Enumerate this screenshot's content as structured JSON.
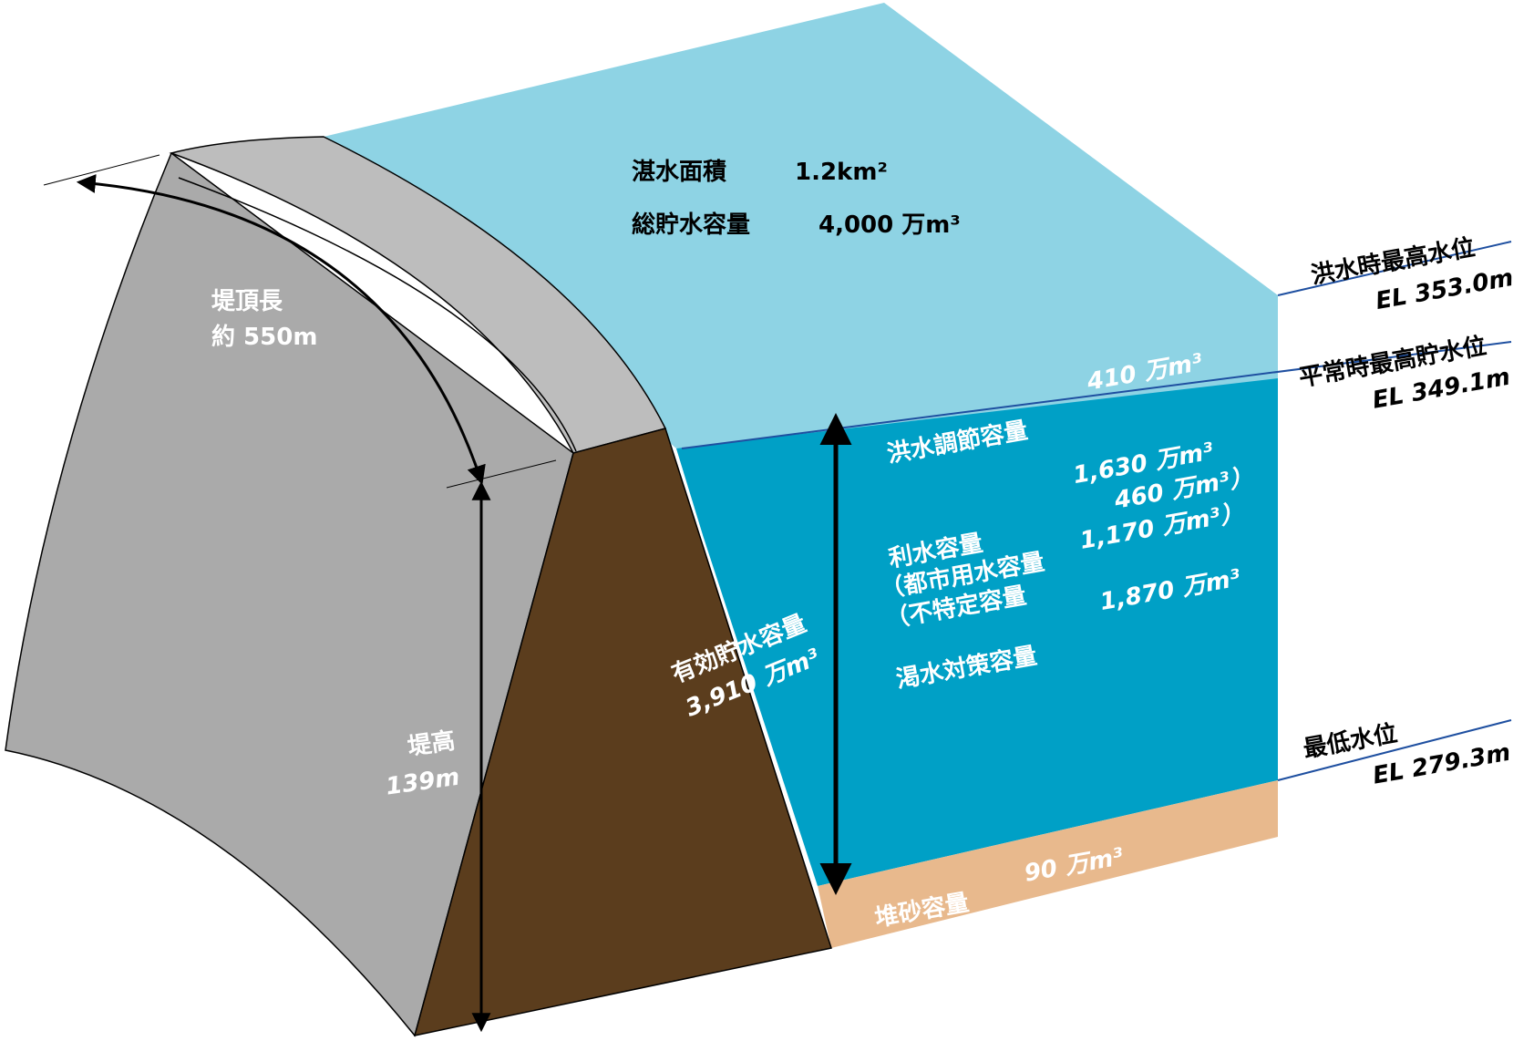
{
  "reservoir": {
    "surface_area_label": "湛水面積",
    "surface_area_value": "1.2km²",
    "total_storage_label": "総貯水容量",
    "total_storage_value": "4,000 万m³",
    "flood_control_label": "洪水調節容量",
    "flood_control_value": "410 万m³",
    "water_use_label": "利水容量",
    "water_use_value": "1,630 万m³",
    "municipal_label": "（都市用水容量",
    "municipal_value": "460 万m³）",
    "unspecified_label": "（不特定容量",
    "unspecified_value": "1,170 万m³）",
    "drought_label": "渇水対策容量",
    "drought_value": "1,870 万m³",
    "effective_storage_label": "有効貯水容量",
    "effective_storage_value": "3,910 万m³",
    "sediment_label": "堆砂容量",
    "sediment_value": "90 万m³"
  },
  "levels": {
    "flood_max_label": "洪水時最高水位",
    "flood_max_value": "EL 353.0m",
    "normal_max_label": "平常時最高貯水位",
    "normal_max_value": "EL 349.1m",
    "min_label": "最低水位",
    "min_value": "EL 279.3m"
  },
  "dam": {
    "crest_length_label": "堤頂長",
    "crest_length_value": "約 550m",
    "height_label": "堤高",
    "height_value": "139m"
  },
  "colors": {
    "upper_water": "#8ed3e4",
    "lower_water": "#00a0c6",
    "sediment": "#e8b98d",
    "dam_face": "#aaaaaa",
    "dam_crest": "#bdbdbd",
    "dam_section": "#5b3d1d",
    "level_line": "#1e4fa0"
  }
}
